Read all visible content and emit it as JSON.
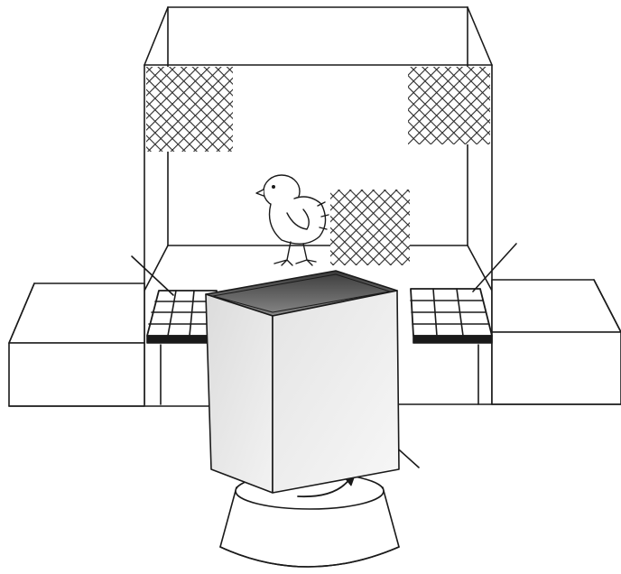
{
  "figure": {
    "line_color": "#1a1a1a",
    "background_color": "#ffffff",
    "pattern_fill_color": "#2a2a2a",
    "box_face_gray": "#d9d9d9",
    "box_side_gray": "#cfcfcf",
    "box_interior_dark": "#555555",
    "parts": [
      "arena-frame",
      "checkerboard-panel-left",
      "checkerboard-panel-right",
      "checkerboard-panel-center",
      "chick",
      "side-platform-left",
      "side-platform-right",
      "grid-floor-left",
      "grid-floor-right",
      "rotating-box",
      "turntable-base",
      "rotation-arrow",
      "pointer-lines"
    ]
  }
}
